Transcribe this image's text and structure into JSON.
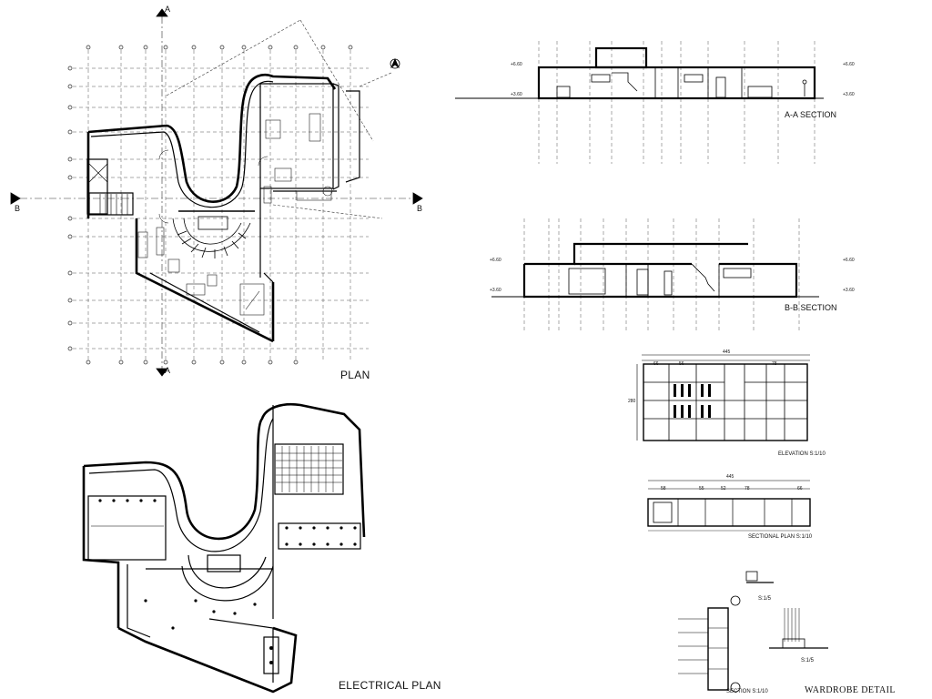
{
  "drawings": {
    "plan": {
      "title": "PLAN"
    },
    "electrical_plan": {
      "title": "ELECTRICAL PLAN"
    },
    "section_aa": {
      "title": "A-A SECTION",
      "level_top": "+6.60",
      "level_bottom": "+3.60"
    },
    "section_bb": {
      "title": "B-B SECTION",
      "level_top": "+6.60",
      "level_bottom": "+3.60"
    },
    "elevation": {
      "title": "ELEVATION  S:1/10",
      "width_dim": "445",
      "height_dim": "280",
      "dims": [
        "66",
        "56",
        "78"
      ]
    },
    "sectional_plan": {
      "title": "SECTIONAL PLAN  S:1/10",
      "width_dim": "445",
      "dims": [
        "58",
        "55",
        "52",
        "78",
        "66"
      ]
    },
    "wardrobe_section": {
      "title": "SECTION  S:1/10",
      "detail_scale": "S:1/5",
      "detail_scale_2": "S:1/5"
    },
    "wardrobe_detail": {
      "title": "WARDROBE  DETAIL"
    }
  },
  "section_marks": {
    "a": "A",
    "b": "B"
  }
}
